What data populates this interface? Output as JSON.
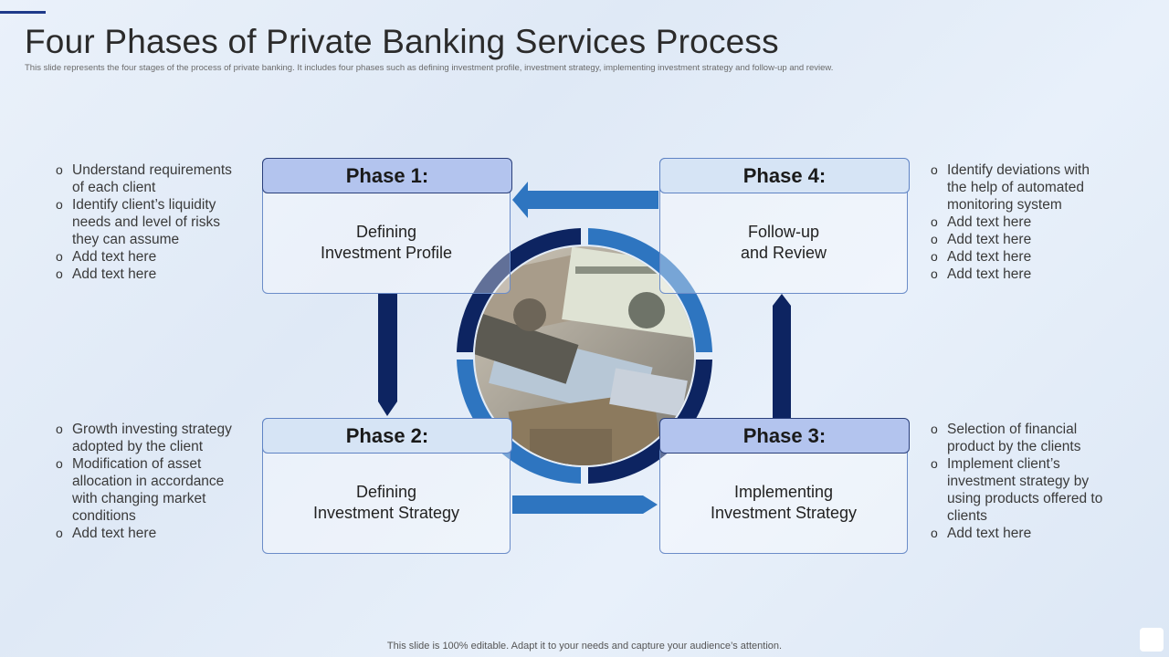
{
  "header": {
    "title": "Four Phases of Private Banking Services Process",
    "subtitle": "This slide represents the four stages of the process of private banking. It includes four phases such as defining investment profile, investment strategy, implementing  investment strategy and follow-up and review."
  },
  "phases": [
    {
      "head": "Phase 1:",
      "body": "Defining\nInvestment Profile"
    },
    {
      "head": "Phase 2:",
      "body": "Defining\nInvestment Strategy"
    },
    {
      "head": "Phase 3:",
      "body": "Implementing\nInvestment Strategy"
    },
    {
      "head": "Phase 4:",
      "body": "Follow-up\nand Review"
    }
  ],
  "bullets": {
    "phase1": [
      "Understand requirements of each client",
      "Identify client’s liquidity needs and level of risks they can assume",
      "Add text here",
      "Add text here"
    ],
    "phase2": [
      "Growth investing strategy adopted by the client",
      "Modification of asset allocation in accordance with changing market conditions",
      "Add text here"
    ],
    "phase3": [
      "Selection of financial product by the clients",
      "Implement client’s investment strategy by using products offered to clients",
      "Add text here"
    ],
    "phase4": [
      "Identify deviations with the help of automated monitoring system",
      "Add text here",
      "Add text here",
      "Add text here",
      "Add text here"
    ]
  },
  "center_image": {
    "icon": "money-banknotes-photo"
  },
  "footer": {
    "note": "This slide is 100% editable. Adapt it to your needs and capture your audience’s attention."
  },
  "colors": {
    "navy": "#0d2461",
    "blue": "#2e75c0",
    "mid_blue": "#2563b0",
    "head_dark": "#b3c4ee",
    "head_light": "#d6e4f5"
  }
}
